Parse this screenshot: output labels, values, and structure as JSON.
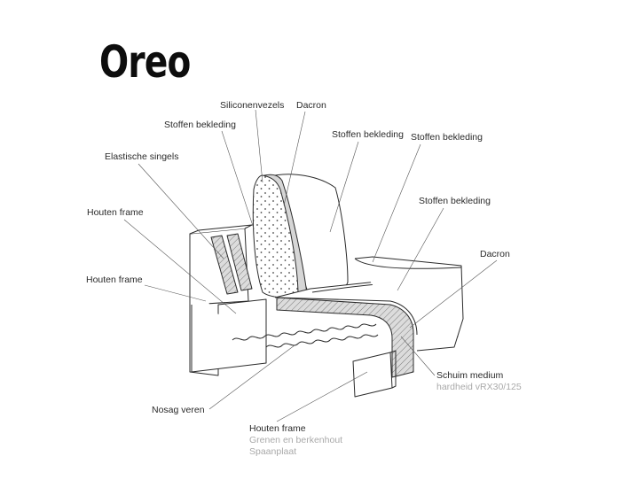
{
  "title": "Oreo",
  "labels": {
    "siliconenvezels": "Siliconenvezels",
    "dacron_top": "Dacron",
    "stoffen_bekleding_1": "Stoffen bekleding",
    "stoffen_bekleding_2": "Stoffen bekleding",
    "stoffen_bekleding_3": "Stoffen bekleding",
    "stoffen_bekleding_4": "Stoffen bekleding",
    "elastische_singels": "Elastische singels",
    "houten_frame_1": "Houten frame",
    "houten_frame_2": "Houten frame",
    "dacron_right": "Dacron",
    "schuim_medium": "Schuim medium",
    "schuim_medium_sub": "hardheid vRX30/125",
    "nosag_veren": "Nosag veren",
    "houten_frame_bottom": "Houten frame",
    "houten_frame_bottom_sub1": "Grenen en berkenhout",
    "houten_frame_bottom_sub2": "Spaanplaat"
  },
  "colors": {
    "line": "#2b2b2b",
    "hatch_fill": "#d4d4d4",
    "text": "#2a2a2a",
    "subtext": "#a9a9a9"
  }
}
